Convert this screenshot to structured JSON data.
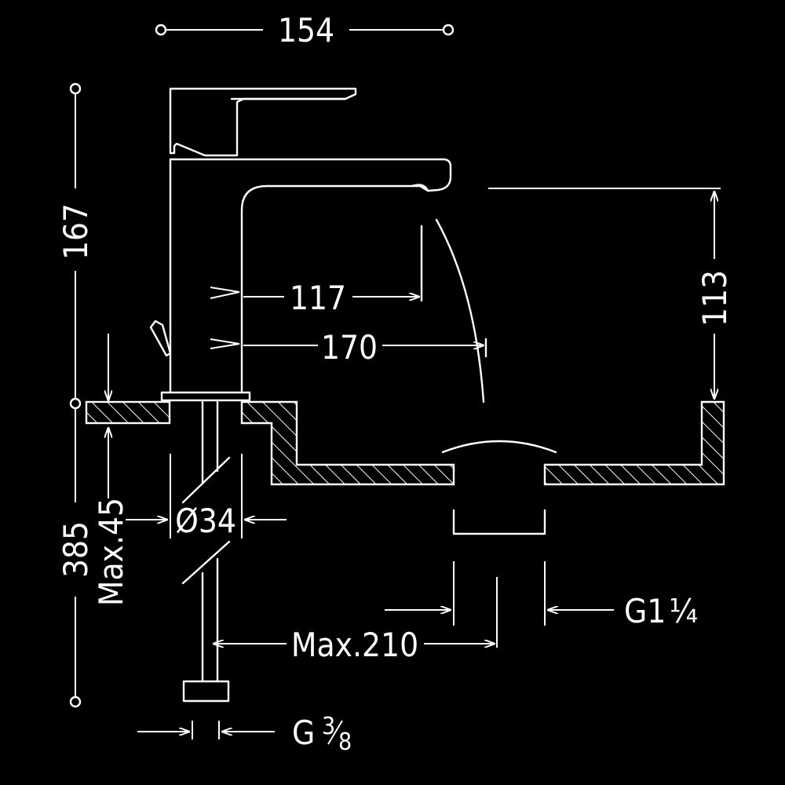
{
  "dimensions": {
    "width_overall": "154",
    "height_tap": "167",
    "spout_reach": "117",
    "spout_projection": "170",
    "spout_height": "113",
    "max_deck": "Max.45",
    "hole_diameter": "Ø34",
    "total_height": "385",
    "max_hose": "Max.210",
    "waste_thread": "G1",
    "waste_fraction": "¼",
    "supply_thread": "G",
    "supply_fraction_num": "3",
    "supply_fraction_den": "8"
  },
  "colors": {
    "background": "#000000",
    "line": "#ffffff"
  }
}
